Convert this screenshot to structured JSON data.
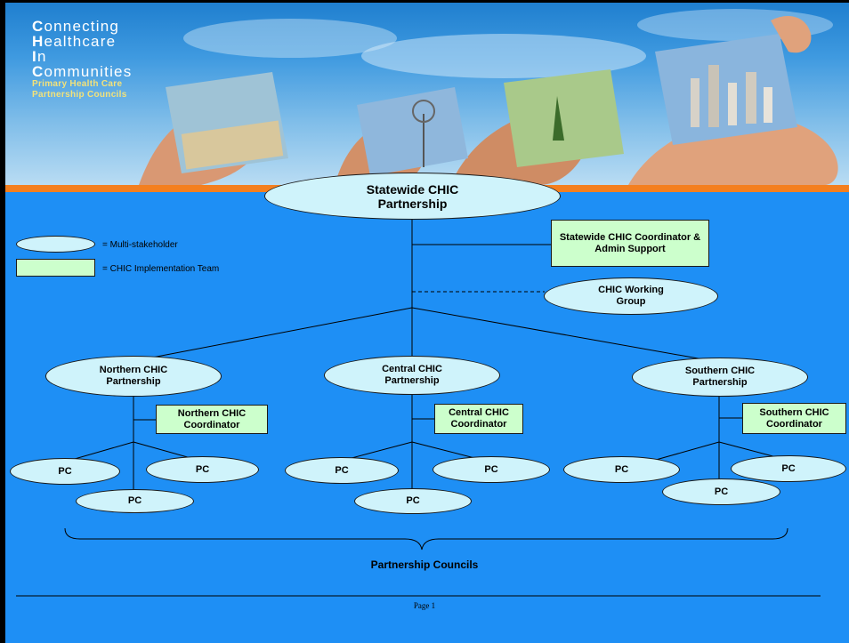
{
  "banner": {
    "brand_lines": [
      {
        "initial": "C",
        "rest": "onnecting"
      },
      {
        "initial": "H",
        "rest": "ealthcare"
      },
      {
        "initial": "I",
        "rest": "n"
      },
      {
        "initial": "C",
        "rest": "ommunities"
      }
    ],
    "subtitle_lines": [
      "Primary Health Care",
      "Partnership Councils"
    ]
  },
  "legend": {
    "ellipse_label": "= Multi-stakeholder",
    "box_label": "= CHIC Implementation Team"
  },
  "top": {
    "partnership": "Statewide CHIC Partnership",
    "coordinator": "Statewide CHIC Coordinator & Admin Support",
    "working_group": "CHIC Working Group"
  },
  "regions": [
    {
      "partnership": "Northern CHIC Partnership",
      "coordinator": "Northern CHIC Coordinator",
      "councils": [
        "PC",
        "PC",
        "PC"
      ]
    },
    {
      "partnership": "Central CHIC Partnership",
      "coordinator": "Central CHIC Coordinator",
      "councils": [
        "PC",
        "PC",
        "PC"
      ]
    },
    {
      "partnership": "Southern CHIC Partnership",
      "coordinator": "Southern CHIC Coordinator",
      "councils": [
        "PC",
        "PC",
        "PC"
      ]
    }
  ],
  "footer": {
    "label": "Partnership Councils",
    "page": "Page 1"
  },
  "colors": {
    "background_blue": "#1e8ff5",
    "ellipse_fill": "#cff3fb",
    "box_fill": "#ccffcc",
    "accent_orange": "#f47f1f"
  }
}
